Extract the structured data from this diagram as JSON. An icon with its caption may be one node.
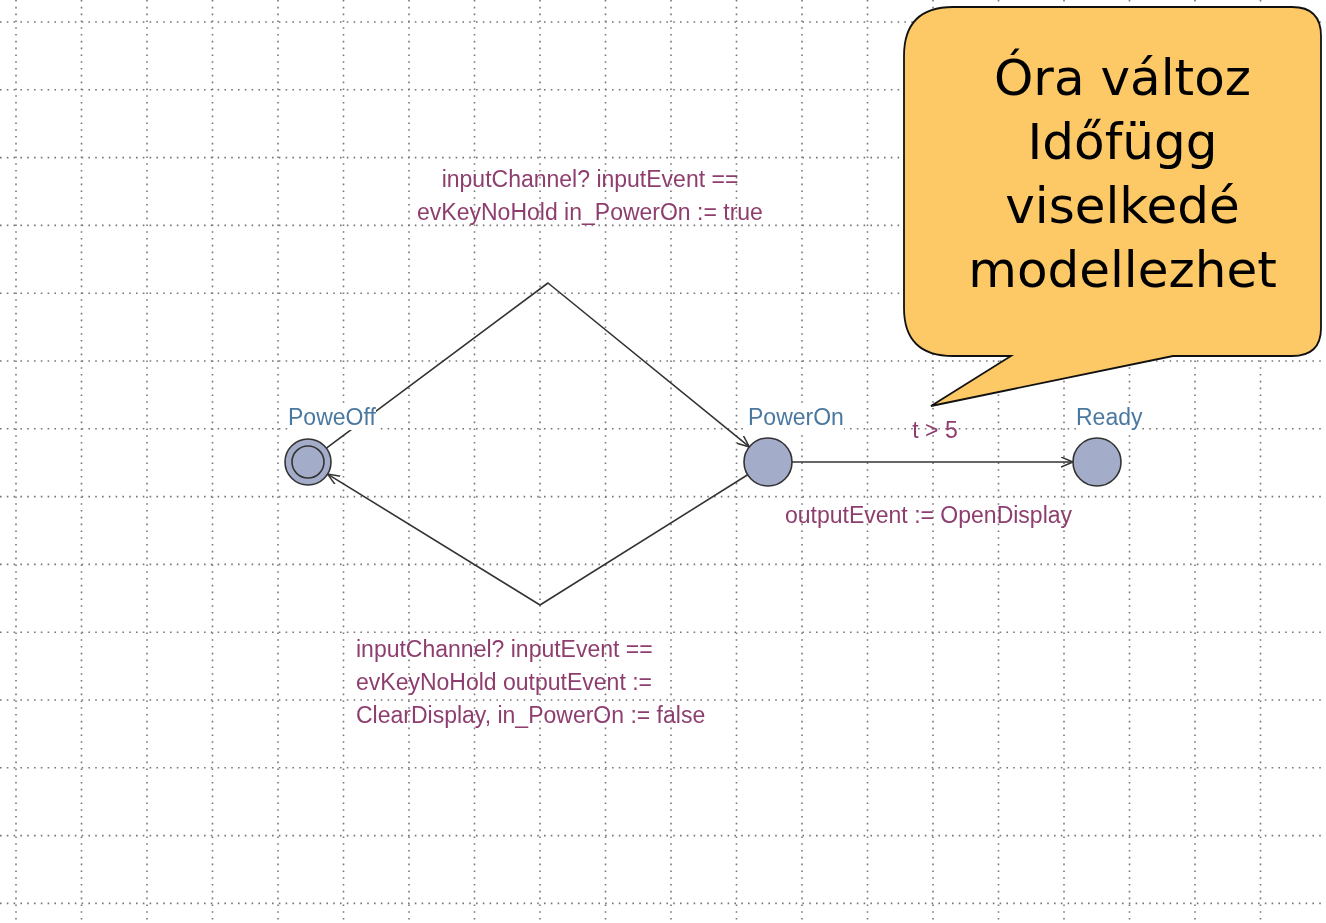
{
  "diagram": {
    "nodes": [
      {
        "text": [
          "PoweOff"
        ]
      },
      {
        "text": [
          "PowerOn"
        ]
      },
      {
        "text": [
          "Ready"
        ]
      },
      {
        "text": [
          "Óra változ Időfügg viselkedé modellezhet"
        ]
      }
    ],
    "edges": [
      {
        "from": 0,
        "to": 1,
        "arrow": "to",
        "label": "inputChannel? inputEvent == evKeyNoHold in_PowerOn := true"
      },
      {
        "from": 1,
        "to": 0,
        "arrow": "to",
        "label": "inputChannel? inputEvent == evKeyNoHold outputEvent := ClearDisplay, in_PowerOn := false"
      },
      {
        "from": 1,
        "to": 2,
        "arrow": "to",
        "label": "t > 5"
      }
    ],
    "labels": [
      "outputEvent := OpenDisplay"
    ]
  }
}
